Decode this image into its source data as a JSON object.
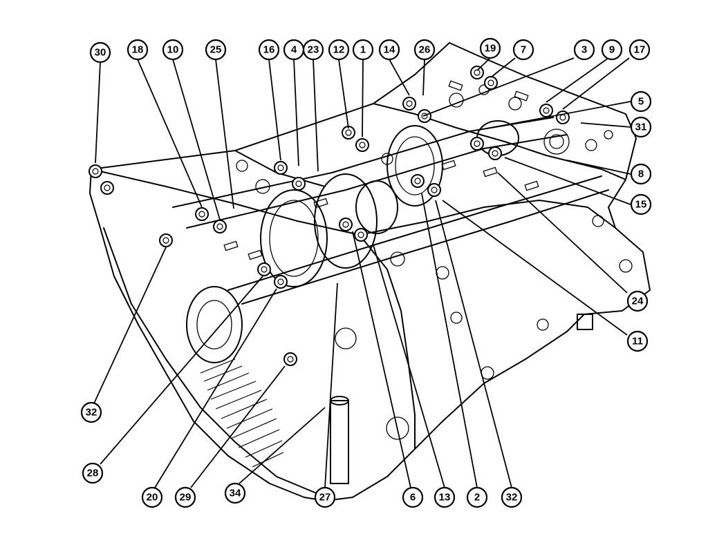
{
  "diagram": {
    "callouts": [
      {
        "id": "c-30-top",
        "label": "30"
      },
      {
        "id": "c-18",
        "label": "18"
      },
      {
        "id": "c-10",
        "label": "10"
      },
      {
        "id": "c-25",
        "label": "25"
      },
      {
        "id": "c-16",
        "label": "16"
      },
      {
        "id": "c-4",
        "label": "4"
      },
      {
        "id": "c-23",
        "label": "23"
      },
      {
        "id": "c-12",
        "label": "12"
      },
      {
        "id": "c-1",
        "label": "1"
      },
      {
        "id": "c-14",
        "label": "14"
      },
      {
        "id": "c-26",
        "label": "26"
      },
      {
        "id": "c-19",
        "label": "19"
      },
      {
        "id": "c-7",
        "label": "7"
      },
      {
        "id": "c-3",
        "label": "3"
      },
      {
        "id": "c-9-top",
        "label": "9"
      },
      {
        "id": "c-17",
        "label": "17"
      },
      {
        "id": "c-5",
        "label": "5"
      },
      {
        "id": "c-31",
        "label": "31"
      },
      {
        "id": "c-8",
        "label": "8"
      },
      {
        "id": "c-15",
        "label": "15"
      },
      {
        "id": "c-24",
        "label": "24"
      },
      {
        "id": "c-11",
        "label": "11"
      },
      {
        "id": "c-32-left",
        "label": "32"
      },
      {
        "id": "c-28",
        "label": "28"
      },
      {
        "id": "c-20",
        "label": "20"
      },
      {
        "id": "c-29",
        "label": "29"
      },
      {
        "id": "c-34",
        "label": "34"
      },
      {
        "id": "c-27",
        "label": "27"
      },
      {
        "id": "c-6",
        "label": "6"
      },
      {
        "id": "c-13",
        "label": "13"
      },
      {
        "id": "c-2",
        "label": "2"
      },
      {
        "id": "c-32-bottom",
        "label": "32"
      }
    ]
  }
}
